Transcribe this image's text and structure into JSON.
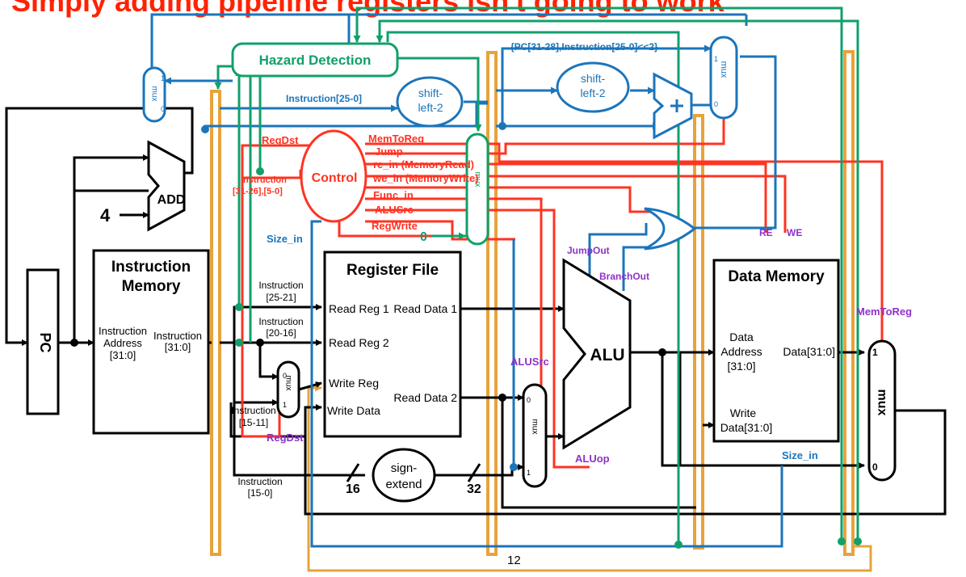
{
  "title": "Simply adding pipeline registers isn't going to work",
  "colors": {
    "title": "#ff2200",
    "control": "#ff3322",
    "blue": "#1b75bb",
    "green": "#11a06a",
    "orange": "#e8a33a",
    "purple": "#8e32c8",
    "black": "#000000"
  },
  "blocks": {
    "hazard": "Hazard Detection",
    "control": "Control",
    "pc": "PC",
    "imem_title_1": "Instruction",
    "imem_title_2": "Memory",
    "imem_in_1": "Instruction",
    "imem_in_2": "Address",
    "imem_in_3": "[31:0]",
    "imem_out_1": "Instruction",
    "imem_out_2": "[31:0]",
    "regfile_title": "Register File",
    "rr1": "Read Reg 1",
    "rr2": "Read Reg 2",
    "wr": "Write Reg",
    "wd": "Write Data",
    "rd1": "Read Data 1",
    "rd2": "Read Data 2",
    "alu": "ALU",
    "dmem_title": "Data Memory",
    "dmem_addr_1": "Data",
    "dmem_addr_2": "Address",
    "dmem_addr_3": "[31:0]",
    "dmem_data": "Data[31:0]",
    "dmem_wd_1": "Write",
    "dmem_wd_2": "Data[31:0]",
    "add": "ADD",
    "four": "4",
    "shift1_1": "shift-",
    "shift1_2": "left-2",
    "shift2_1": "shift-",
    "shift2_2": "left-2",
    "sign_1": "sign-",
    "sign_2": "extend",
    "mux": "mux",
    "mux_big": "mux",
    "one": "1",
    "zero": "0",
    "zero_in": "0",
    "bits16": "16",
    "bits32": "32",
    "twelve": "12"
  },
  "labels": {
    "pc_jump": "{PC[31-28],Instruction[25-0]<<2}",
    "instr25": "Instruction[25-0]",
    "instr_3126": "Instruction",
    "instr_3126_b": "[31-26],[5-0]",
    "regdst_top": "RegDst",
    "memtoreg": "MemToReg",
    "jump": "Jump",
    "re_in": "re_in (MemoryRead)",
    "we_in": "we_in (MemoryWrite)",
    "func_in": "Func_in",
    "alusrc": "ALUSrc",
    "regwrite": "RegWrite",
    "size_in": "Size_in",
    "size_in_2": "Size_in",
    "i2521_a": "Instruction",
    "i2521_b": "[25-21]",
    "i2016_a": "Instruction",
    "i2016_b": "[20-16]",
    "i1511_a": "Instruction",
    "i1511_b": "[15-11]",
    "i150_a": "Instruction",
    "i150_b": "[15-0]",
    "jumpout": "JumpOut",
    "branchout": "BranchOut",
    "alusrc_p": "ALUSrc",
    "aluop": "ALUop",
    "regdst_p": "RegDst",
    "memtoreg_p": "MemToReg",
    "re": "RE",
    "we": "WE"
  }
}
